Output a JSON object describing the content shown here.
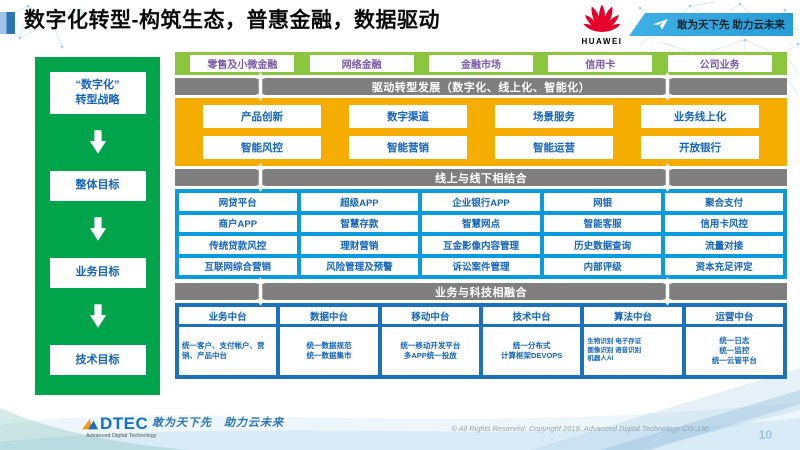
{
  "colors": {
    "sidebar_green": "#00A54B",
    "band_light_green": "#8CC63E",
    "band_yellow": "#F5AD00",
    "band_cyan_blue": "#0A9BDF",
    "band_dark_blue": "#1B72BC",
    "bar_gray": "#7F7F7F",
    "box_text_blue": "#1565B8",
    "box_text_purple": "#7B5BA6",
    "huawei_red": "#E4002B",
    "banner_blue": "#2FA8DC"
  },
  "header": {
    "title": "数字化转型-构筑生态，普惠金融，数据驱动",
    "huawei_wordmark": "HUAWEI",
    "banner_slogan": "敢为天下先 助力云未来"
  },
  "sidebar": {
    "items": [
      "“数字化”\n转型战略",
      "整体目标",
      "业务目标",
      "技术目标"
    ]
  },
  "main": {
    "business_lines": [
      "零售及小微金融",
      "网络金融",
      "金融市场",
      "信用卡",
      "公司业务"
    ],
    "bar_drive": "驱动转型发展（数字化、线上化、智能化）",
    "transform_rows": [
      [
        "产品创新",
        "数字渠道",
        "场景服务",
        "业务线上化"
      ],
      [
        "智能风控",
        "智能营销",
        "智能运营",
        "开放银行"
      ]
    ],
    "bar_online_offline": "线上与线下相结合",
    "capability_rows": [
      [
        "网贷平台",
        "超级APP",
        "企业银行APP",
        "网银",
        "聚合支付"
      ],
      [
        "商户APP",
        "智慧存款",
        "智慧网点",
        "智能客服",
        "信用卡风控"
      ],
      [
        "传统贷款风控",
        "理财营销",
        "互金影像内容管理",
        "历史数据查询",
        "流量对接"
      ],
      [
        "互联网综合营销",
        "风险管理及预警",
        "诉讼案件管理",
        "内部评级",
        "资本充足评定"
      ]
    ],
    "bar_tech_fusion": "业务与科技相融合",
    "platforms": [
      {
        "title": "业务中台",
        "desc": "统一客户、支付帐户、营销、产品中台"
      },
      {
        "title": "数据中台",
        "desc": "统一数据规范\n统一数据集市"
      },
      {
        "title": "移动中台",
        "desc": "统一移动开发平台\n多APP统一投放"
      },
      {
        "title": "技术中台",
        "desc": "统一分布式\n计算框架DEVOPS"
      },
      {
        "title": "算法中台",
        "desc": "生物识别 电子存证\n图像识别 语音识别\n机器人AI"
      },
      {
        "title": "运营中台",
        "desc": "统一日志\n统一监控\n统一云管平台"
      }
    ]
  },
  "footer": {
    "logo_text": "DTEC",
    "logo_subtext": "Advanced Digital Technology",
    "slogan": "敢为天下先　助力云未来",
    "copyright": "© All Rights Reserved. Copyright 2019. Advanced Digital Technology CO.,Ltd",
    "page_number": "10"
  }
}
